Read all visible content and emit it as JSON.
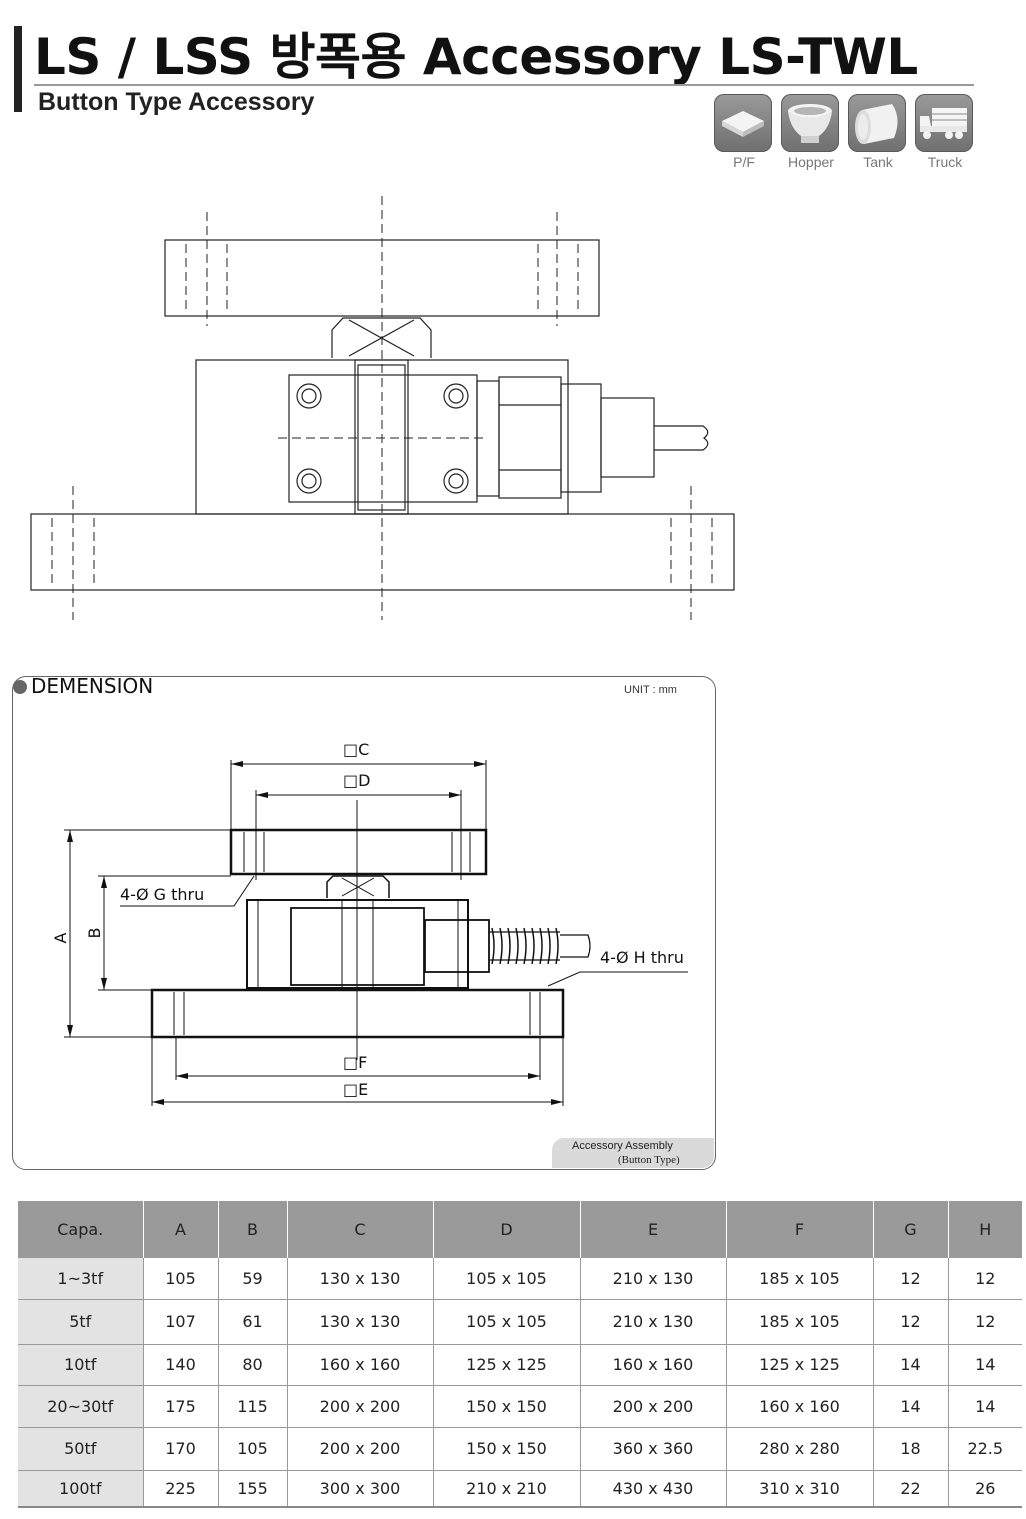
{
  "header": {
    "title": "LS / LSS 방폭용 Accessory LS-TWL",
    "subtitle": "Button Type Accessory"
  },
  "applications": [
    {
      "label": "P/F",
      "icon": "platform-icon"
    },
    {
      "label": "Hopper",
      "icon": "hopper-icon"
    },
    {
      "label": "Tank",
      "icon": "tank-icon"
    },
    {
      "label": "Truck",
      "icon": "truck-icon"
    }
  ],
  "dimension": {
    "title": "DEMENSION",
    "unit": "UNIT : mm",
    "labels": {
      "c": "□C",
      "d": "□D",
      "a": "A",
      "b": "B",
      "g_thru": "4-Ø G thru",
      "h_thru": "4-Ø H thru",
      "f": "□F",
      "e": "□E"
    },
    "caption_line1": "Accessory Assembly",
    "caption_line2": "(Button Type)"
  },
  "table": {
    "headers": [
      "Capa.",
      "A",
      "B",
      "C",
      "D",
      "E",
      "F",
      "G",
      "H"
    ],
    "rows": [
      [
        "1~3tf",
        "105",
        "59",
        "130 x 130",
        "105 x 105",
        "210 x 130",
        "185 x 105",
        "12",
        "12"
      ],
      [
        "5tf",
        "107",
        "61",
        "130 x 130",
        "105 x 105",
        "210 x 130",
        "185 x 105",
        "12",
        "12"
      ],
      [
        "10tf",
        "140",
        "80",
        "160 x 160",
        "125 x 125",
        "160 x 160",
        "125 x 125",
        "14",
        "14"
      ],
      [
        "20~30tf",
        "175",
        "115",
        "200 x 200",
        "150 x 150",
        "200 x 200",
        "160 x 160",
        "14",
        "14"
      ],
      [
        "50tf",
        "170",
        "105",
        "200 x 200",
        "150 x 150",
        "360 x 360",
        "280 x 280",
        "18",
        "22.5"
      ],
      [
        "100tf",
        "225",
        "155",
        "300 x 300",
        "210 x 210",
        "430 x 430",
        "310 x 310",
        "22",
        "26"
      ]
    ]
  }
}
